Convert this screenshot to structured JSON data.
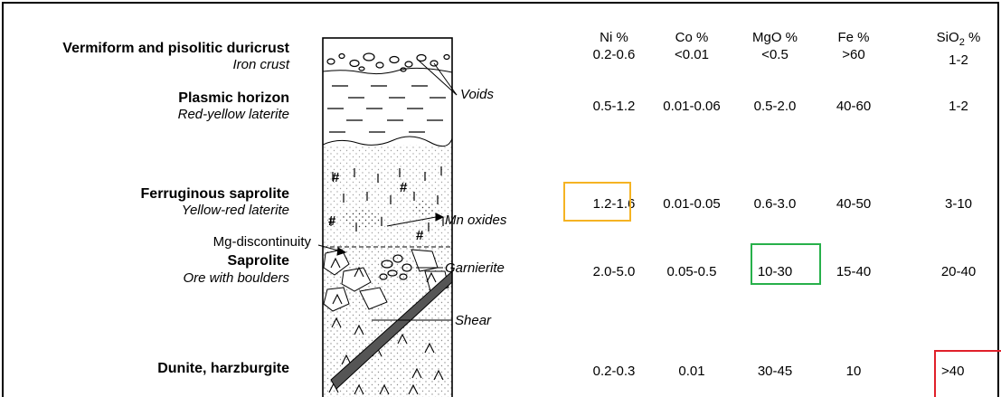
{
  "layers": [
    {
      "name": "Vermiform and pisolitic duricrust",
      "desc": "Iron crust"
    },
    {
      "name": "Plasmic horizon",
      "desc": "Red-yellow laterite"
    },
    {
      "name": "Ferruginous saprolite",
      "desc": "Yellow-red laterite"
    },
    {
      "name": "Saprolite",
      "desc": "Ore with boulders"
    },
    {
      "name": "Dunite, harzburgite",
      "desc": ""
    }
  ],
  "boundary_label": "Mg-discontinuity",
  "column_labels": {
    "voids": "Voids",
    "mn_oxides": "Mn oxides",
    "garnierite": "Garnierite",
    "shear": "Shear",
    "hash": "#"
  },
  "columns": [
    {
      "name": "Ni %",
      "range": "0.2-0.6"
    },
    {
      "name": "Co %",
      "range": "<0.01"
    },
    {
      "name": "MgO %",
      "range": "<0.5"
    },
    {
      "name": "Fe %",
      "range": ">60"
    },
    {
      "name_main": "SiO",
      "name_sub": "2",
      "name_suffix": " %",
      "range": "1-2"
    }
  ],
  "rows": [
    [
      "0.5-1.2",
      "0.01-0.06",
      "0.5-2.0",
      "40-60",
      "1-2"
    ],
    [
      "1.2-1.6",
      "0.01-0.05",
      "0.6-3.0",
      "40-50",
      "3-10"
    ],
    [
      "2.0-5.0",
      "0.05-0.5",
      "10-30",
      "15-40",
      "20-40"
    ],
    [
      "0.2-0.3",
      "0.01",
      "30-45",
      "10",
      ">40"
    ]
  ],
  "highlight_colors": {
    "orange": "#f5b323",
    "green": "#27b04a",
    "red": "#e0202a"
  }
}
